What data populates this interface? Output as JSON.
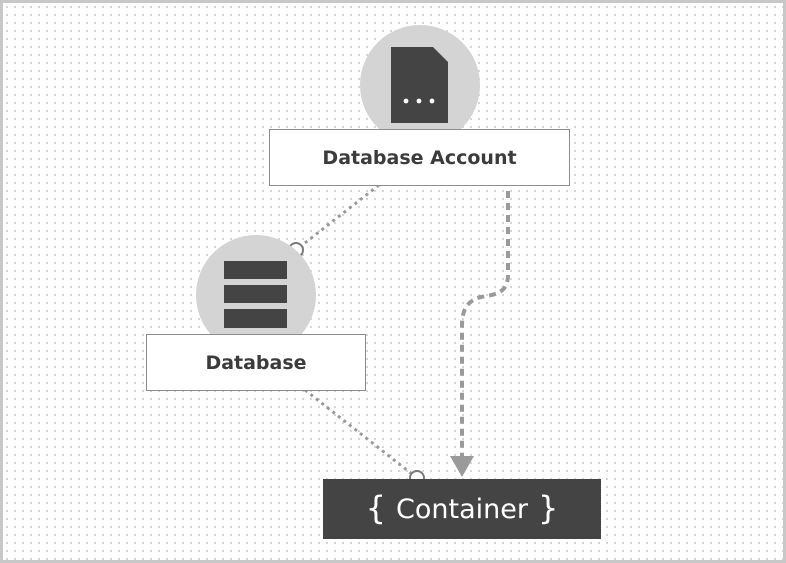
{
  "diagram": {
    "nodes": {
      "account": {
        "label": "Database Account",
        "icon": "document-icon"
      },
      "database": {
        "label": "Database",
        "icon": "database-stack-icon"
      },
      "container": {
        "open_brace": "{",
        "label": "Container",
        "close_brace": "}"
      }
    },
    "edges": [
      {
        "from": "account",
        "to": "database",
        "style": "dotted",
        "end": "open-circle"
      },
      {
        "from": "database",
        "to": "container",
        "style": "dotted",
        "end": "open-circle"
      },
      {
        "from": "account",
        "to": "container",
        "style": "dashed",
        "end": "arrow"
      }
    ],
    "colors": {
      "icon_circle": "#d4d4d4",
      "icon_fill": "#444444",
      "connector": "#9a9a9a",
      "container_fill": "#444444"
    }
  }
}
